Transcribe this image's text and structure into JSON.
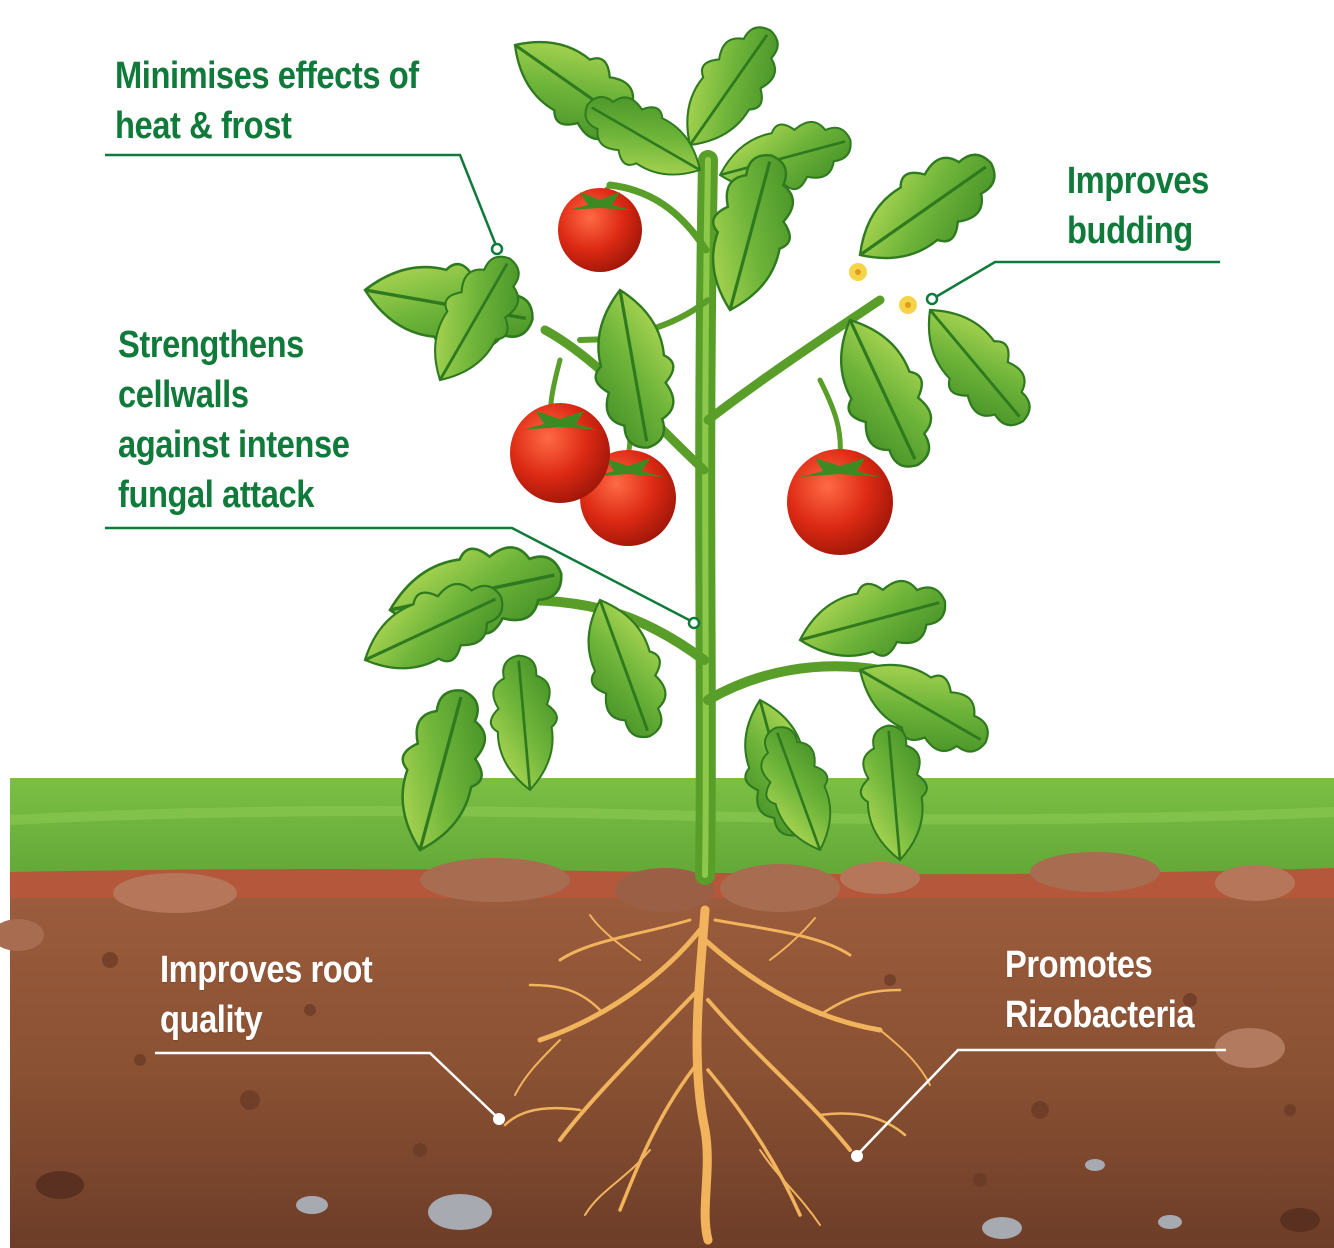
{
  "colors": {
    "label_green": "#0f7a3a",
    "label_white": "#ffffff",
    "grass": "#6db33f",
    "soil_top": "#b4573a",
    "soil": "#8e5437",
    "soil_deep": "#6f3f2a",
    "leaf": "#59a82f",
    "leaf_light": "#b8dc55",
    "stem": "#5a9e2a",
    "tomato": "#d92b16",
    "root": "#f1b45c"
  },
  "icons": [
    "tomato-plant-illustration",
    "tomato-icon",
    "flower-icon",
    "leaf-icon",
    "root-icon",
    "pebble-icon"
  ],
  "labels": {
    "heat_frost": [
      "Minimises effects of",
      "heat & frost"
    ],
    "budding": [
      "Improves",
      "budding"
    ],
    "cellwalls": [
      "Strengthens",
      "cellwalls",
      "against intense",
      "fungal attack"
    ],
    "root_quality": [
      "Improves root",
      "quality"
    ],
    "rizobacteria": [
      "Promotes",
      "Rizobacteria"
    ]
  }
}
